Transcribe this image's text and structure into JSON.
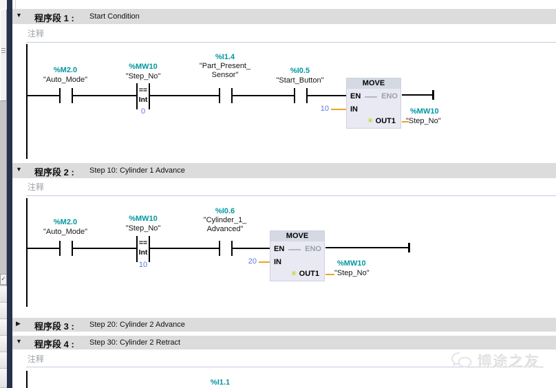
{
  "colors": {
    "operand_teal": "#0096A0",
    "constant_blue": "#5A75E6",
    "wire_orange": "#EDA228",
    "network_header_gray": "#DCDCDC",
    "sidebar_navy": "#27314A"
  },
  "icons": {
    "collapse_down": "▼",
    "collapse_right": "▶",
    "out_star": "✳",
    "check": "✓"
  },
  "networks": [
    {
      "label": "程序段 1 :",
      "title": "Start Condition",
      "comment": "注释",
      "collapsed": false,
      "rung": {
        "contact1": {
          "address": "%M2.0",
          "name": "\"Auto_Mode\""
        },
        "compare": {
          "address": "%MW10",
          "name": "\"Step_No\"",
          "operator": "==",
          "datatype": "Int",
          "value": "0"
        },
        "contact2": {
          "address": "%I1.4",
          "name1": "\"Part_Present_",
          "name2": "Sensor\""
        },
        "contact3": {
          "address": "%I0.5",
          "name": "\"Start_Button\""
        },
        "move": {
          "title": "MOVE",
          "en": "EN",
          "eno": "ENO",
          "in": "IN",
          "in_value": "10",
          "out1": "OUT1",
          "out_address": "%MW10",
          "out_name": "\"Step_No\""
        }
      }
    },
    {
      "label": "程序段 2 :",
      "title": "Step 10: Cylinder 1 Advance",
      "comment": "注释",
      "collapsed": false,
      "rung": {
        "contact1": {
          "address": "%M2.0",
          "name": "\"Auto_Mode\""
        },
        "compare": {
          "address": "%MW10",
          "name": "\"Step_No\"",
          "operator": "==",
          "datatype": "Int",
          "value": "10"
        },
        "contact2": {
          "address": "%I0.6",
          "name1": "\"Cylinder_1_",
          "name2": "Advanced\""
        },
        "move": {
          "title": "MOVE",
          "en": "EN",
          "eno": "ENO",
          "in": "IN",
          "in_value": "20",
          "out1": "OUT1",
          "out_address": "%MW10",
          "out_name": "\"Step_No\""
        }
      }
    },
    {
      "label": "程序段 3 :",
      "title": "Step 20: Cylinder 2 Advance",
      "collapsed": true
    },
    {
      "label": "程序段 4 :",
      "title": "Step 30:  Cylinder 2 Retract",
      "comment": "注释",
      "collapsed": false,
      "partial_operand": "%I1.1"
    }
  ],
  "watermark": {
    "label": "博途之友"
  }
}
